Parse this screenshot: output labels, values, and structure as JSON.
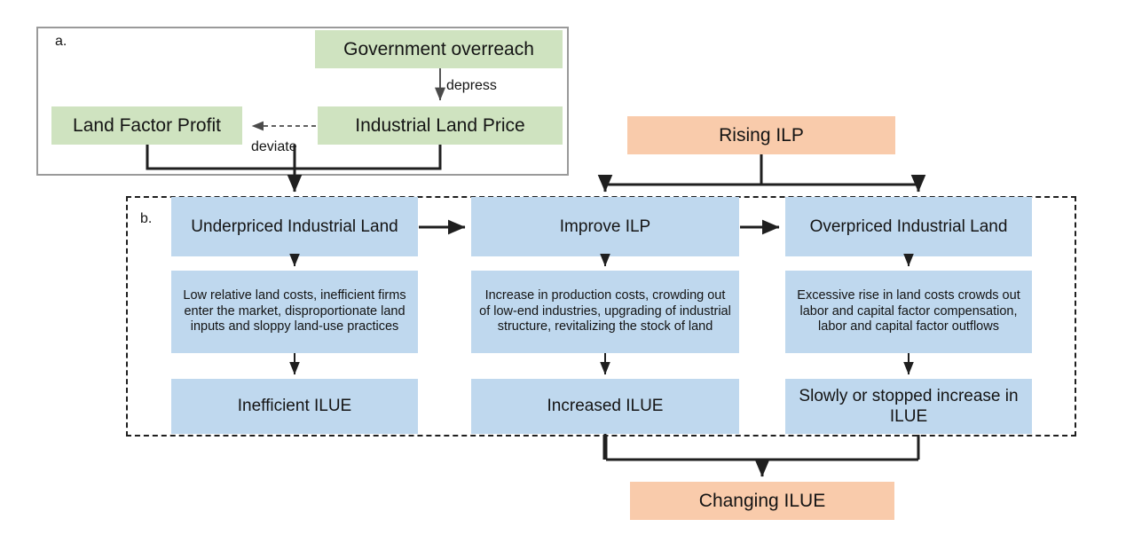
{
  "figure": {
    "panels": [
      {
        "id": "a",
        "label": "a."
      },
      {
        "id": "b",
        "label": "b."
      }
    ]
  },
  "panel_a": {
    "label": "a.",
    "nodes": [
      {
        "name": "government-overreach",
        "text": "Government overreach",
        "color": "#cfe3c0"
      },
      {
        "name": "industrial-land-price",
        "text": "Industrial Land Price",
        "color": "#cfe3c0"
      },
      {
        "name": "land-factor-profit",
        "text": "Land Factor Profit",
        "color": "#cfe3c0"
      }
    ],
    "edges": [
      {
        "name": "depress-edge",
        "label": "depress",
        "from": "government-overreach",
        "to": "industrial-land-price",
        "style": "solid"
      },
      {
        "name": "deviate-edge",
        "label": "deviate",
        "from": "industrial-land-price",
        "to": "land-factor-profit",
        "style": "dashed"
      }
    ]
  },
  "panel_b": {
    "label": "b.",
    "columns": [
      {
        "name": "underpriced-column",
        "header": "Underpriced Industrial Land",
        "detail": "Low relative land costs, inefficient firms enter the market, disproportionate land inputs and sloppy land-use practices",
        "outcome": "Inefficient ILUE",
        "color": "#bfd8ee"
      },
      {
        "name": "improve-ilp-column",
        "header": "Improve ILP",
        "detail": "Increase in production costs, crowding out of low-end industries, upgrading of industrial structure, revitalizing the stock of land",
        "outcome": "Increased ILUE",
        "color": "#bfd8ee"
      },
      {
        "name": "overpriced-column",
        "header": "Overpriced Industrial Land",
        "detail": "Excessive rise in land costs crowds out labor and capital factor compensation, labor and capital factor outflows",
        "outcome": "Slowly or stopped increase in ILUE",
        "color": "#bfd8ee"
      }
    ]
  },
  "external": {
    "rising_ilp": {
      "name": "rising-ilp",
      "text": "Rising ILP",
      "color": "#f9cbab"
    },
    "changing_ilue": {
      "name": "changing-ilue",
      "text": "Changing ILUE",
      "color": "#f9cbab"
    }
  },
  "colors": {
    "green": "#cfe3c0",
    "blue": "#bfd8ee",
    "orange": "#f9cbab",
    "line": "#1f1f1f",
    "panel_a_border": "#9a9a9a",
    "panel_b_border": "#1f1f1f",
    "background": "#ffffff"
  }
}
